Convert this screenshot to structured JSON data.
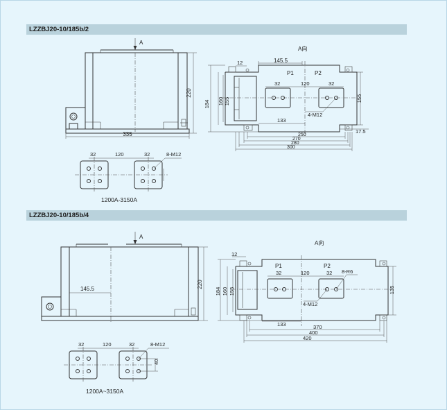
{
  "sections": [
    {
      "model": "LZZBJ20-10/185b/2",
      "view_arrow": "A",
      "view_label": "A向",
      "terminal_labels": [
        "P1",
        "P2"
      ],
      "side_dims": {
        "height": "220",
        "width": "335"
      },
      "plan_dims": {
        "top_offset": "12",
        "span": "145.5",
        "center": "120",
        "pad_left": "32",
        "pad_right": "32",
        "hole_note": "4-M12",
        "mount_span": "133",
        "heights": [
          "184",
          "160",
          "155"
        ],
        "right_height": "155",
        "right_offset": "17.5",
        "bottom": [
          "250",
          "270",
          "280",
          "300"
        ]
      },
      "terminal_dims": {
        "pad_left": "32",
        "center": "120",
        "pad_right": "32",
        "hole_note": "8-M12"
      },
      "current_range": "1200A-3150A"
    },
    {
      "model": "LZZBJ20-10/185b/4",
      "view_arrow": "A",
      "view_label": "A向",
      "terminal_labels": [
        "P1",
        "P2"
      ],
      "side_dims": {
        "height": "220",
        "offset": "145.5"
      },
      "plan_dims": {
        "top_offset": "12",
        "center": "120",
        "pad_left": "32",
        "pad_right": "32",
        "slot_note": "8-R6",
        "hole_note": "4-M12",
        "mount_span": "133",
        "heights": [
          "184",
          "160",
          "155"
        ],
        "right_height": "135",
        "bottom": [
          "370",
          "400",
          "420"
        ]
      },
      "terminal_dims": {
        "pad_left": "32",
        "center": "120",
        "pad_right": "32",
        "hole_note": "8-M12",
        "offset": "40"
      },
      "current_range": "1200A~3150A"
    }
  ]
}
